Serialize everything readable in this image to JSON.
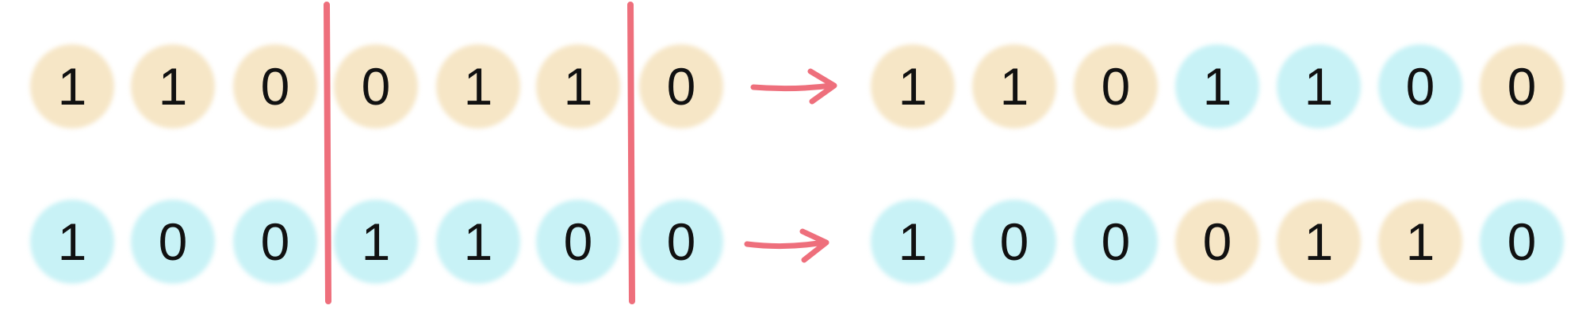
{
  "colors": {
    "parent_a": "#f6e6c6",
    "parent_b": "#c8f2f6",
    "cut_line": "#ee6f7c",
    "arrow": "#ee6f7c"
  },
  "rows": [
    {
      "parent": [
        {
          "bit": "1",
          "color": "orange"
        },
        {
          "bit": "1",
          "color": "orange"
        },
        {
          "bit": "0",
          "color": "orange"
        },
        {
          "bit": "0",
          "color": "orange"
        },
        {
          "bit": "1",
          "color": "orange"
        },
        {
          "bit": "1",
          "color": "orange"
        },
        {
          "bit": "0",
          "color": "orange"
        }
      ],
      "child": [
        {
          "bit": "1",
          "color": "orange"
        },
        {
          "bit": "1",
          "color": "orange"
        },
        {
          "bit": "0",
          "color": "orange"
        },
        {
          "bit": "1",
          "color": "blue"
        },
        {
          "bit": "1",
          "color": "blue"
        },
        {
          "bit": "0",
          "color": "blue"
        },
        {
          "bit": "0",
          "color": "orange"
        }
      ]
    },
    {
      "parent": [
        {
          "bit": "1",
          "color": "blue"
        },
        {
          "bit": "0",
          "color": "blue"
        },
        {
          "bit": "0",
          "color": "blue"
        },
        {
          "bit": "1",
          "color": "blue"
        },
        {
          "bit": "1",
          "color": "blue"
        },
        {
          "bit": "0",
          "color": "blue"
        },
        {
          "bit": "0",
          "color": "blue"
        }
      ],
      "child": [
        {
          "bit": "1",
          "color": "blue"
        },
        {
          "bit": "0",
          "color": "blue"
        },
        {
          "bit": "0",
          "color": "blue"
        },
        {
          "bit": "0",
          "color": "orange"
        },
        {
          "bit": "1",
          "color": "orange"
        },
        {
          "bit": "1",
          "color": "orange"
        },
        {
          "bit": "0",
          "color": "blue"
        }
      ]
    }
  ]
}
